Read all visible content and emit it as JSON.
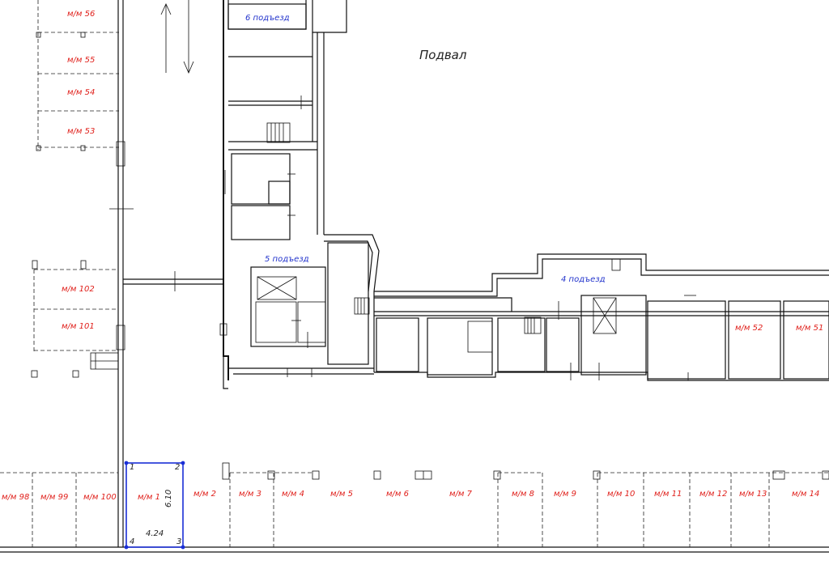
{
  "plan_title": "Подвал",
  "entrances": {
    "e6": "6 подъезд",
    "e5": "5 подъезд",
    "e4": "4 подъезд"
  },
  "spaces": {
    "s56": "м/м 56",
    "s55": "м/м 55",
    "s54": "м/м 54",
    "s53": "м/м 53",
    "s102": "м/м 102",
    "s101": "м/м 101",
    "s52": "м/м 52",
    "s51": "м/м 51",
    "s98": "м/м 98",
    "s99": "м/м 99",
    "s100": "м/м 100",
    "s1": "м/м 1",
    "s2": "м/м 2",
    "s3": "м/м 3",
    "s4": "м/м 4",
    "s5": "м/м 5",
    "s6": "м/м 6",
    "s7": "м/м 7",
    "s8": "м/м 8",
    "s9": "м/м 9",
    "s10": "м/м 10",
    "s11": "м/м 11",
    "s12": "м/м 12",
    "s13": "м/м 13",
    "s14": "м/м 14"
  },
  "selected_space": {
    "corners": [
      "1",
      "2",
      "3",
      "4"
    ],
    "length": "6.10",
    "width": "4.24",
    "outline_color": "#1a2fd6"
  },
  "colors": {
    "space_label": "#e0201b",
    "entrance_label": "#2233cc",
    "lines": "#111111"
  }
}
